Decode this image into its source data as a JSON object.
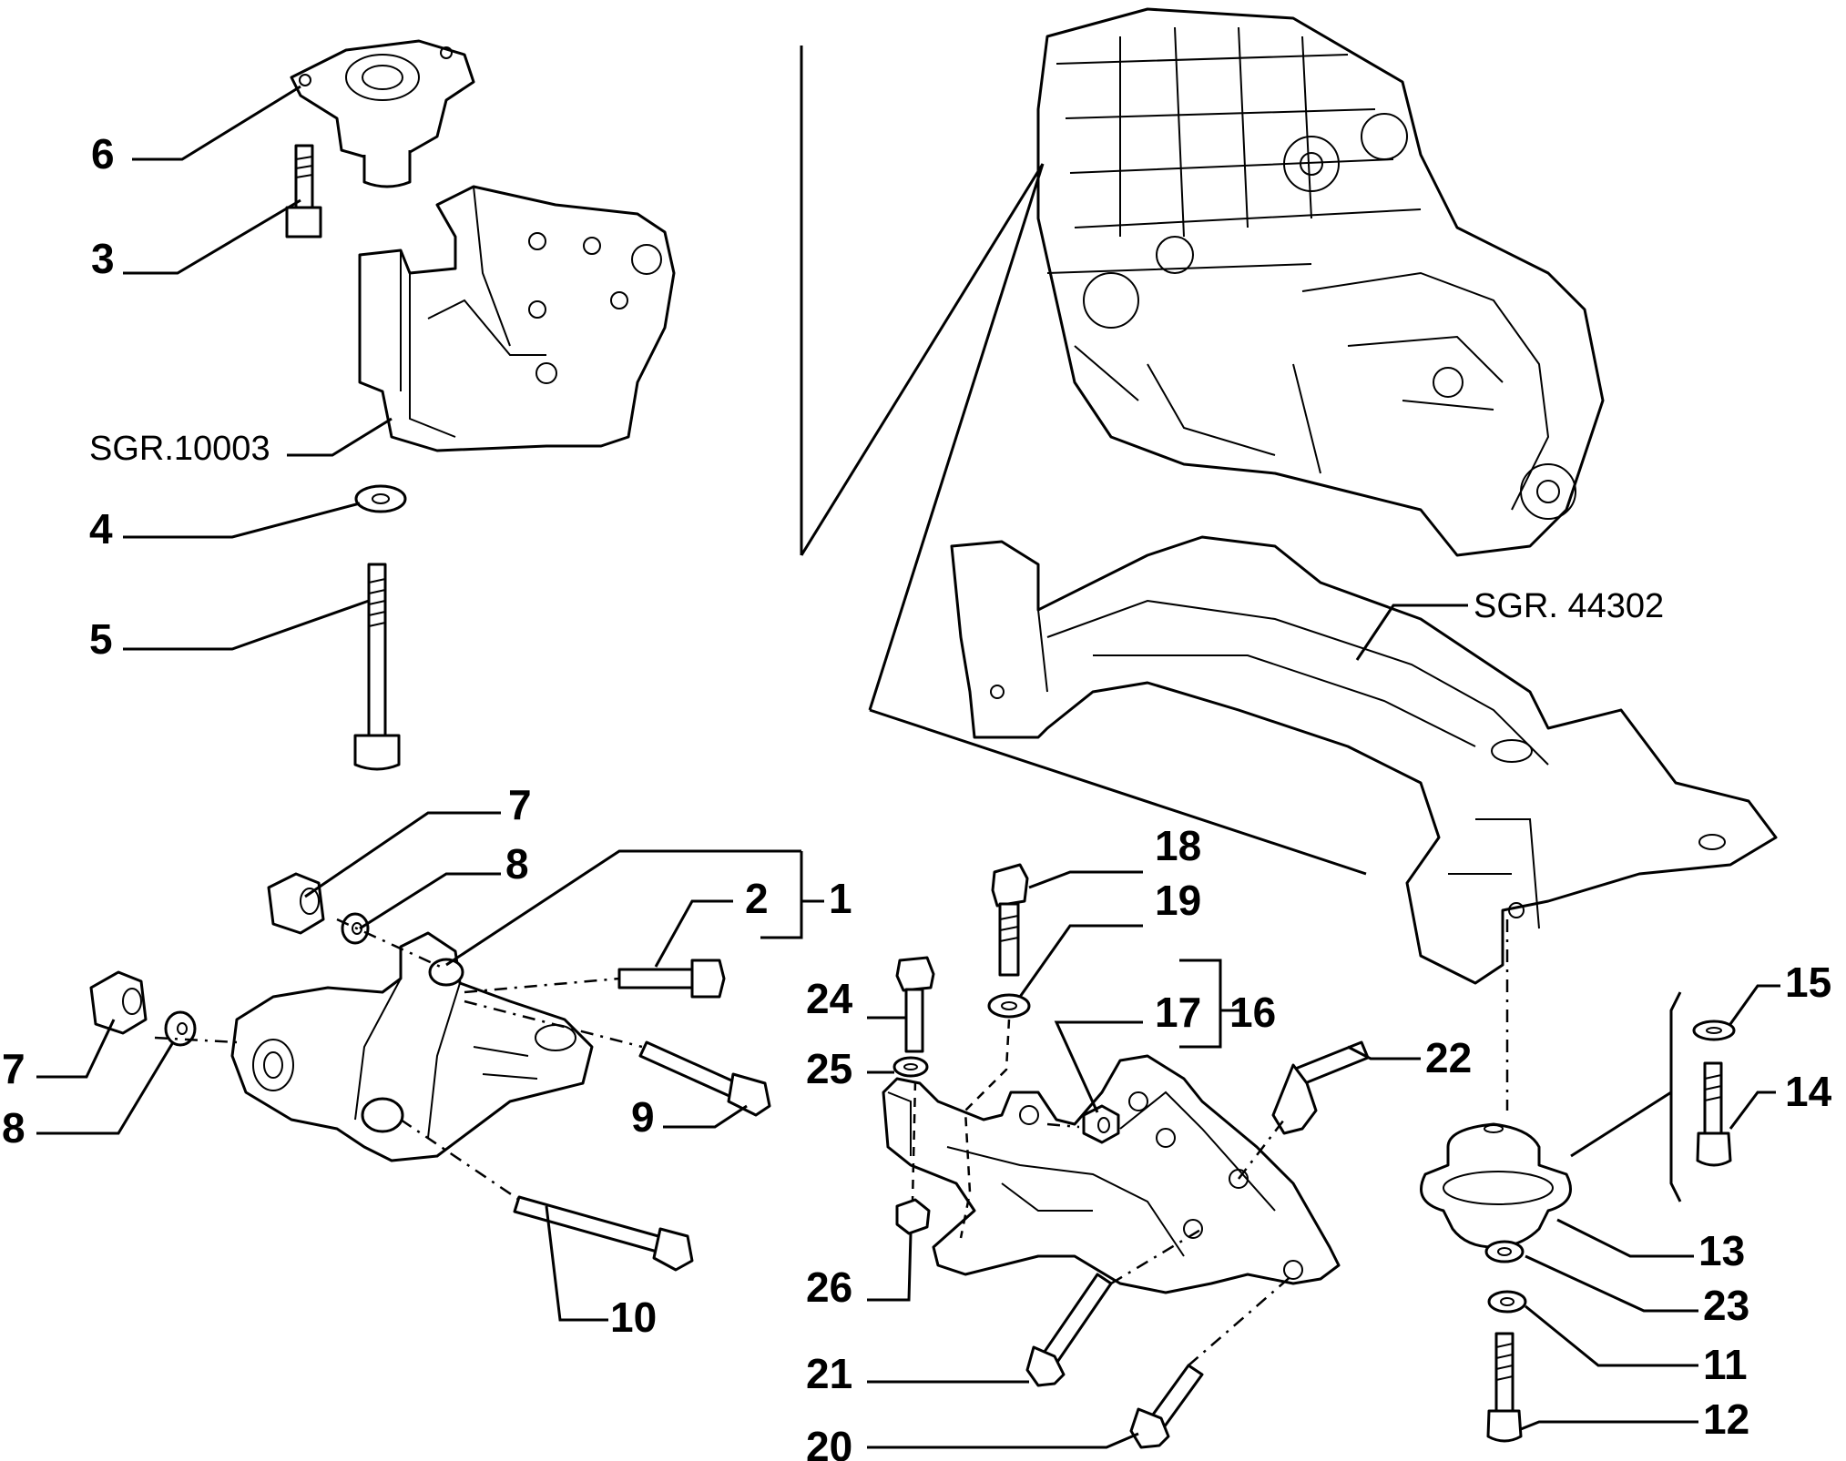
{
  "diagram": {
    "callouts": {
      "c1": "1",
      "c2": "2",
      "c3": "3",
      "c4": "4",
      "c5": "5",
      "c6": "6",
      "c7a": "7",
      "c7b": "7",
      "c8a": "8",
      "c8b": "8",
      "c9": "9",
      "c10": "10",
      "c11": "11",
      "c12": "12",
      "c13": "13",
      "c14": "14",
      "c15": "15",
      "c16": "16",
      "c17": "17",
      "c18": "18",
      "c19": "19",
      "c20": "20",
      "c21": "21",
      "c22": "22",
      "c23": "23",
      "c24": "24",
      "c25": "25",
      "c26": "26"
    },
    "references": {
      "gearbox_group": "SGR.10003",
      "subframe_group": "SGR. 44302"
    }
  }
}
